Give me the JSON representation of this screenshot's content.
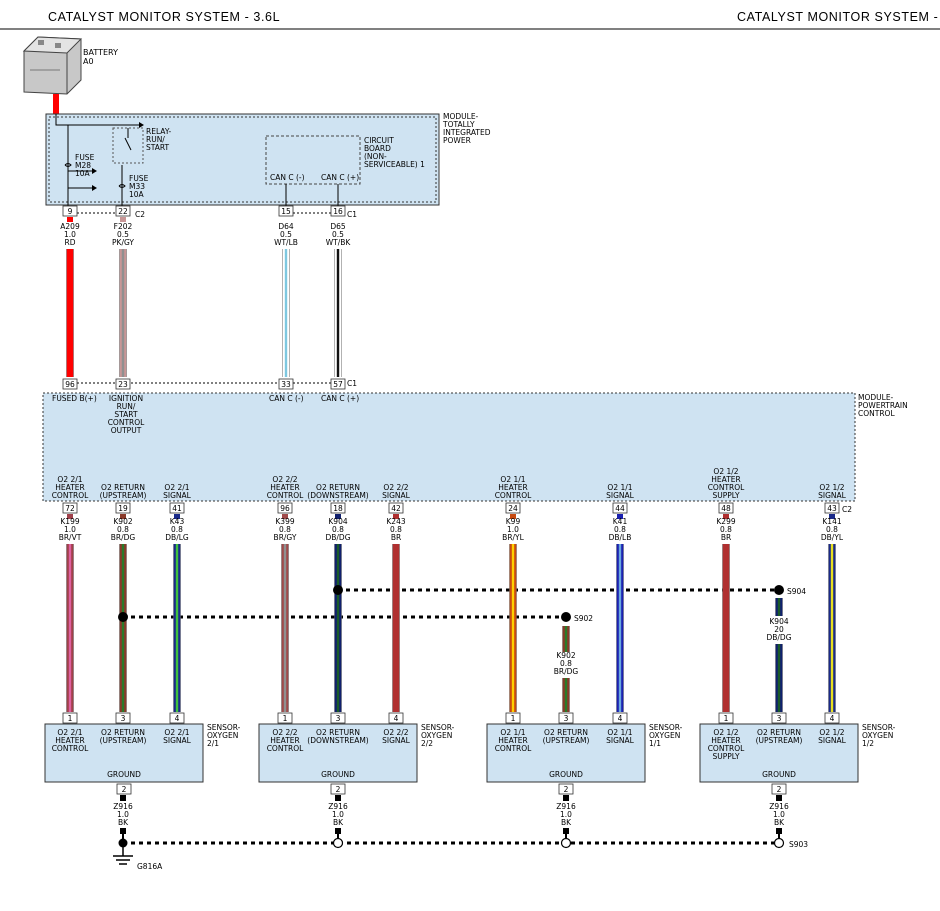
{
  "header": {
    "title_left": "CATALYST MONITOR SYSTEM - 3.6L",
    "title_right": "CATALYST MONITOR SYSTEM -"
  },
  "battery": {
    "name": "BATTERY",
    "ref": "A0"
  },
  "tipm": {
    "label": [
      "MODULE-",
      "TOTALLY",
      "INTEGRATED",
      "POWER"
    ],
    "relay": [
      "RELAY-",
      "RUN/",
      "START"
    ],
    "fuse1": [
      "FUSE",
      "M28",
      "10A"
    ],
    "fuse2": [
      "FUSE",
      "M33",
      "10A"
    ],
    "circuit_board": [
      "CIRCUIT",
      "BOARD",
      "(NON-",
      "SERVICEABLE) 1"
    ],
    "can_minus": "CAN C (-)",
    "can_plus": "CAN C (+)",
    "connector_a": "C2",
    "connector_b": "C1"
  },
  "pcm": {
    "label": [
      "MODULE-",
      "POWERTRAIN",
      "CONTROL"
    ],
    "top_connector": "C1",
    "bottom_connector": "C2",
    "top_pin_labels": {
      "fused_b": "FUSED B(+)",
      "ignition": [
        "IGNITION",
        "RUN/",
        "START",
        "CONTROL",
        "OUTPUT"
      ],
      "can_minus": "CAN C (-)",
      "can_plus": "CAN C (+)"
    }
  },
  "upper_wires": [
    {
      "tipm_pin": "9",
      "pcm_pin": "96",
      "circuit": "A209",
      "gauge": "1.0",
      "color_code": "RD",
      "stripe1": "#ff0000",
      "stripe2": "#ff0000"
    },
    {
      "tipm_pin": "22",
      "pcm_pin": "23",
      "circuit": "F202",
      "gauge": "0.5",
      "color_code": "PK/GY",
      "stripe1": "#c89696",
      "stripe2": "#909090"
    },
    {
      "tipm_pin": "15",
      "pcm_pin": "33",
      "circuit": "D64",
      "gauge": "0.5",
      "color_code": "WT/LB",
      "stripe1": "#ffffff",
      "stripe2": "#7ec8e0"
    },
    {
      "tipm_pin": "16",
      "pcm_pin": "57",
      "circuit": "D65",
      "gauge": "0.5",
      "color_code": "WT/BK",
      "stripe1": "#ffffff",
      "stripe2": "#111111"
    }
  ],
  "lower_wires": [
    {
      "pcm_pin": "72",
      "label": [
        "O2 2/1",
        "HEATER",
        "CONTROL"
      ],
      "circuit": "K199",
      "gauge": "1.0",
      "color_code": "BR/VT",
      "stripe1": "#a0404a",
      "stripe2": "#e060a0"
    },
    {
      "pcm_pin": "19",
      "label": [
        "O2 RETURN",
        "(UPSTREAM)"
      ],
      "circuit": "K902",
      "gauge": "0.8",
      "color_code": "BR/DG",
      "stripe1": "#8a3a2a",
      "stripe2": "#2a7a2a"
    },
    {
      "pcm_pin": "41",
      "label": [
        "O2 2/1",
        "SIGNAL"
      ],
      "circuit": "K43",
      "gauge": "0.8",
      "color_code": "DB/LG",
      "stripe1": "#1a2a8a",
      "stripe2": "#40c040"
    },
    {
      "pcm_pin": "96",
      "label": [
        "O2 2/2",
        "HEATER",
        "CONTROL"
      ],
      "circuit": "K399",
      "gauge": "0.8",
      "color_code": "BR/GY",
      "stripe1": "#a04a4a",
      "stripe2": "#909090"
    },
    {
      "pcm_pin": "18",
      "label": [
        "O2 RETURN",
        "(DOWNSTREAM)"
      ],
      "circuit": "K904",
      "gauge": "0.8",
      "color_code": "DB/DG",
      "stripe1": "#10206e",
      "stripe2": "#1a5a2a"
    },
    {
      "pcm_pin": "42",
      "label": [
        "O2 2/2",
        "SIGNAL"
      ],
      "circuit": "K243",
      "gauge": "0.8",
      "color_code": "BR",
      "stripe1": "#b03030",
      "stripe2": "#b03030"
    },
    {
      "pcm_pin": "24",
      "label": [
        "O2 1/1",
        "HEATER",
        "CONTROL"
      ],
      "circuit": "K99",
      "gauge": "1.0",
      "color_code": "BR/YL",
      "stripe1": "#c84a10",
      "stripe2": "#ffd000"
    },
    {
      "pcm_pin": "44",
      "label": [
        "O2 1/1",
        "SIGNAL"
      ],
      "circuit": "K41",
      "gauge": "0.8",
      "color_code": "DB/LB",
      "stripe1": "#1a20b0",
      "stripe2": "#6aa8e0"
    },
    {
      "pcm_pin": "48",
      "label": [
        "O2 1/2",
        "HEATER",
        "CONTROL",
        "SUPPLY"
      ],
      "circuit": "K299",
      "gauge": "0.8",
      "color_code": "BR",
      "stripe1": "#b03030",
      "stripe2": "#b03030"
    },
    {
      "pcm_pin": "43",
      "label": [
        "O2 1/2",
        "SIGNAL"
      ],
      "circuit": "K141",
      "gauge": "0.8",
      "color_code": "DB/YL",
      "stripe1": "#1a2a8a",
      "stripe2": "#e8e020"
    }
  ],
  "splices": {
    "s902": "S902",
    "s904": "S904",
    "s903": "S903",
    "k902_branch": {
      "circuit": "K902",
      "gauge": "0.8",
      "color_code": "BR/DG"
    },
    "k904_branch": {
      "circuit": "K904",
      "gauge": "20",
      "color_code": "DB/DG"
    }
  },
  "sensors": [
    {
      "name": [
        "SENSOR-",
        "OXYGEN",
        "2/1"
      ],
      "pins": [
        "1",
        "3",
        "4"
      ],
      "pin_labels": [
        [
          "O2 2/1",
          "HEATER",
          "CONTROL"
        ],
        [
          "O2 RETURN",
          "(UPSTREAM)"
        ],
        [
          "O2 2/1",
          "SIGNAL"
        ]
      ],
      "ground_label": "GROUND",
      "ground_pin": "2"
    },
    {
      "name": [
        "SENSOR-",
        "OXYGEN",
        "2/2"
      ],
      "pins": [
        "1",
        "3",
        "4"
      ],
      "pin_labels": [
        [
          "O2 2/2",
          "HEATER",
          "CONTROL"
        ],
        [
          "O2 RETURN",
          "(DOWNSTREAM)"
        ],
        [
          "O2 2/2",
          "SIGNAL"
        ]
      ],
      "ground_label": "GROUND",
      "ground_pin": "2"
    },
    {
      "name": [
        "SENSOR-",
        "OXYGEN",
        "1/1"
      ],
      "pins": [
        "1",
        "3",
        "4"
      ],
      "pin_labels": [
        [
          "O2 1/1",
          "HEATER",
          "CONTROL"
        ],
        [
          "O2 RETURN",
          "(UPSTREAM)"
        ],
        [
          "O2 1/1",
          "SIGNAL"
        ]
      ],
      "ground_label": "GROUND",
      "ground_pin": "2"
    },
    {
      "name": [
        "SENSOR-",
        "OXYGEN",
        "1/2"
      ],
      "pins": [
        "1",
        "3",
        "4"
      ],
      "pin_labels": [
        [
          "O2 1/2",
          "HEATER",
          "CONTROL",
          "SUPPLY"
        ],
        [
          "O2 RETURN",
          "(UPSTREAM)"
        ],
        [
          "O2 1/2",
          "SIGNAL"
        ]
      ],
      "ground_label": "GROUND",
      "ground_pin": "2"
    }
  ],
  "ground": {
    "circuit": "Z916",
    "gauge": "1.0",
    "color_code": "BK",
    "ground_point": "G816A"
  }
}
